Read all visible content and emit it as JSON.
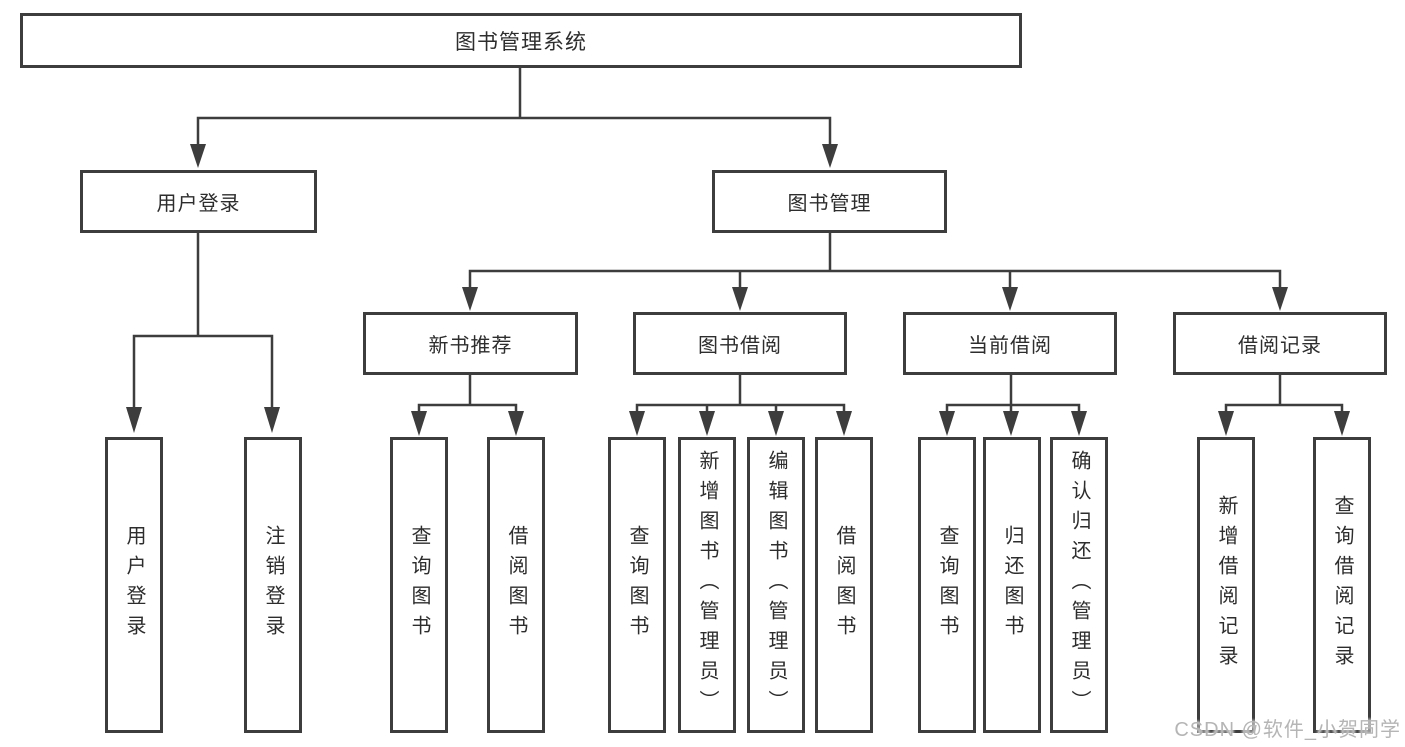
{
  "colors": {
    "background": "#ffffff",
    "line": "#3d3d3d",
    "text": "#2d2d2d",
    "watermark": "#b5b5b5"
  },
  "watermark": "CSDN @软件_小贺同学",
  "tree": {
    "root": {
      "label": "图书管理系统",
      "children": [
        {
          "label": "用户登录",
          "children": [
            {
              "label": "用户登录"
            },
            {
              "label": "注销登录"
            }
          ]
        },
        {
          "label": "图书管理",
          "children": [
            {
              "label": "新书推荐",
              "children": [
                {
                  "label": "查询图书"
                },
                {
                  "label": "借阅图书"
                }
              ]
            },
            {
              "label": "图书借阅",
              "children": [
                {
                  "label": "查询图书"
                },
                {
                  "label": "新增图书（管理员）"
                },
                {
                  "label": "编辑图书（管理员）"
                },
                {
                  "label": "借阅图书"
                }
              ]
            },
            {
              "label": "当前借阅",
              "children": [
                {
                  "label": "查询图书"
                },
                {
                  "label": "归还图书"
                },
                {
                  "label": "确认归还（管理员）"
                }
              ]
            },
            {
              "label": "借阅记录",
              "children": [
                {
                  "label": "新增借阅记录"
                },
                {
                  "label": "查询借阅记录"
                }
              ]
            }
          ]
        }
      ]
    }
  }
}
